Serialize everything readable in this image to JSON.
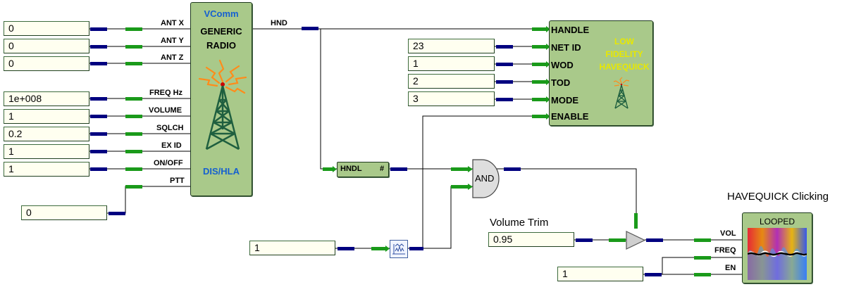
{
  "radio": {
    "vendor": "VComm",
    "title_line1": "GENERIC",
    "title_line2": "RADIO",
    "footer": "DIS/HLA",
    "inputs": [
      "ANT X",
      "ANT Y",
      "ANT Z",
      "FREQ Hz",
      "VOLUME",
      "SQLCH",
      "EX  ID",
      "ON/OFF",
      "PTT"
    ],
    "output": "HND",
    "icon": "radio-tower-icon"
  },
  "left_fields": {
    "ant_x": "0",
    "ant_y": "0",
    "ant_z": "0",
    "freq": "1e+008",
    "volume": "1",
    "squelch": "0.2",
    "ex_id": "1",
    "on_off": "1",
    "ptt": "0"
  },
  "havequick": {
    "title_line1": "LOW",
    "title_line2": "FIDELITY",
    "title_line3": "HAVEQUICK",
    "inputs": [
      "HANDLE",
      "NET ID",
      "WOD",
      "TOD",
      "MODE",
      "ENABLE"
    ],
    "icon": "radio-tower-icon",
    "title_color": "#e8e800"
  },
  "hq_fields": {
    "net_id": "23",
    "wod": "1",
    "tod": "2",
    "mode": "3"
  },
  "handle_block": {
    "label": "HNDL",
    "symbol": "#"
  },
  "and_gate": {
    "label": "AND"
  },
  "bottom_input": {
    "value": "1"
  },
  "volume_trim": {
    "label": "Volume Trim",
    "value": "0.95"
  },
  "player": {
    "title": "HAVEQUICK Clicking",
    "status": "LOOPED",
    "inputs": [
      "VOL",
      "FREQ",
      "EN"
    ],
    "icon": "waveform-spectrum-icon"
  },
  "en_field": {
    "value": "1"
  },
  "colors": {
    "block_fill": "#a9c98a",
    "connector_in": "#1a9a1a",
    "connector_out": "#000080",
    "vendor_text": "#1560d0",
    "tower": "#1f5f3f",
    "sparks": "#ff8c1a"
  }
}
